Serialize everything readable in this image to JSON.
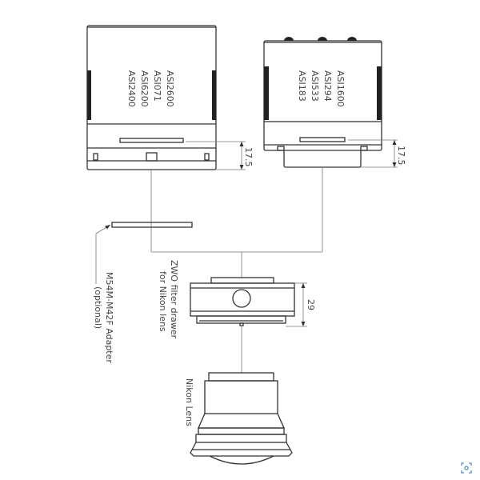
{
  "left_camera": {
    "models": [
      "ASI2600",
      "ASI071",
      "ASI6200",
      "ASI2400"
    ],
    "dimension": "17.5"
  },
  "right_camera": {
    "models": [
      "ASI1600",
      "ASI294",
      "ASI533",
      "ASI183"
    ],
    "dimension": "17.5"
  },
  "adapter": {
    "label_line1": "M54M-M42F Adapter",
    "label_line2": "(optional)"
  },
  "filter_drawer": {
    "label_line1": "ZWO filter drawer",
    "label_line2": "for Nikon lens",
    "dimension": "29"
  },
  "lens": {
    "label": "Nikon Lens"
  },
  "colors": {
    "line": "#333333",
    "icon": "#4a90d9"
  }
}
